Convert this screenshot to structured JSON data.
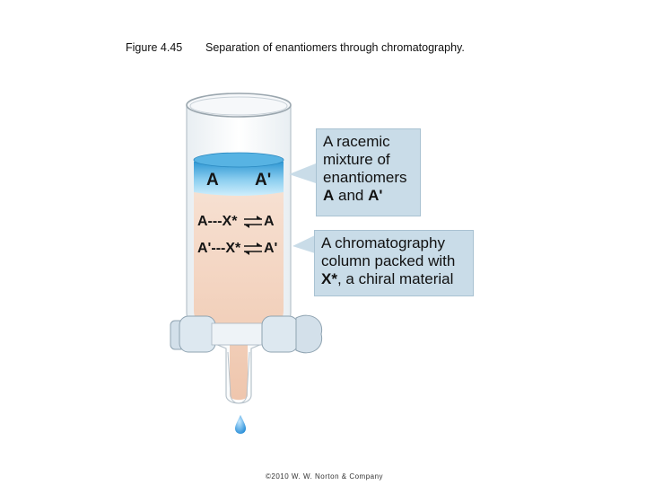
{
  "caption": {
    "figure_number": "Figure 4.45",
    "title": "Separation of enantiomers through chromatography."
  },
  "labels": {
    "enantiomer_a": "A",
    "enantiomer_a_prime": "A'",
    "equilibrium_1": {
      "left": "A---X*",
      "right": "A"
    },
    "equilibrium_2": {
      "left": "A'---X*",
      "right": "A'"
    }
  },
  "callouts": {
    "racemic": {
      "line1": "A racemic",
      "line2": "mixture of",
      "line3": "enantiomers",
      "bold_a": "A",
      "and": " and ",
      "bold_a_prime": "A'"
    },
    "column": {
      "line1": "A chromatography",
      "line2": "column packed with",
      "bold_x": "X*",
      "rest": ", a chiral material"
    }
  },
  "footer": "©2010 W. W. Norton & Company",
  "colors": {
    "solvent_blue": "#3aa7dc",
    "packing_peach": "#f3d2bd",
    "callout_blue": "#c9dce8",
    "stopcock": "#d3e0ea",
    "drop": "#3b9fe0"
  }
}
